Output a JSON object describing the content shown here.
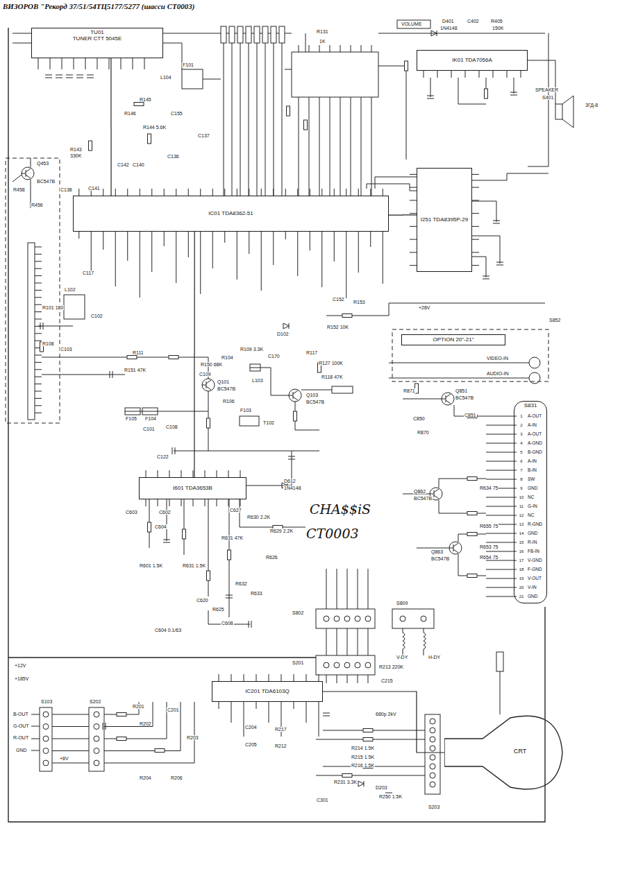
{
  "diagram": {
    "title": "ВИЗОРОВ \"Рекорд 37/51/54ТЦ5177/5277 (шасси СТ0003)",
    "nodes": [
      {
        "text": [
          "TU01",
          "TUNER CTT 5045E"
        ]
      },
      {
        "text": [
          "IK01 TDA7056A"
        ]
      },
      {
        "text": [
          "I251 TDA8395P-29"
        ]
      },
      {
        "text": [
          "IC01 TDA8362-51"
        ]
      },
      {
        "text": [
          "OPTION 20\"-21\""
        ]
      },
      {
        "text": [
          "S831"
        ]
      },
      {
        "text": [
          "I601 TDA3653B"
        ]
      },
      {
        "text": [
          "IC201 TDA6103Q"
        ]
      },
      {
        "text": [
          "CRT"
        ]
      }
    ],
    "edges": [
      {
        "from": 0,
        "to": 3,
        "arrow": "none"
      },
      {
        "from": 3,
        "to": 2,
        "arrow": "none"
      },
      {
        "from": 3,
        "to": 6,
        "arrow": "none"
      },
      {
        "from": 7,
        "to": 8,
        "arrow": "none"
      }
    ],
    "labels": [
      "R131",
      "1K",
      "VOLUME",
      "D401",
      "1N4148",
      "C402",
      "R405",
      "150K",
      "SPEAKER",
      "S401",
      "3ГД-8",
      "R145",
      "R146",
      "R144 5.6K",
      "F101",
      "L104",
      "C155",
      "R143",
      "330K",
      "C137",
      "C136",
      "C138",
      "C141",
      "C142",
      "C140",
      "Q453",
      "BC547B",
      "R458",
      "R456",
      "C117",
      "L102",
      "R101 180",
      "C102",
      "C103",
      "R108",
      "R111",
      "R151 47K",
      "R150 68K",
      "C109",
      "Q101",
      "BC547B",
      "R104",
      "R106",
      "R109 3.3K",
      "C170",
      "L103",
      "Q103",
      "BC547B",
      "R117",
      "R127 100K",
      "R118 47K",
      "F105",
      "F104",
      "C101",
      "C108",
      "C122",
      "F103",
      "T102",
      "D102",
      "R152 10K",
      "C152",
      "R153",
      "+28V",
      "S852",
      "VIDEO-IN",
      "AUDIO-IN",
      "Q851",
      "BC547B",
      "C850",
      "R871",
      "R870",
      "C851",
      "Q862",
      "BC547B",
      "Q863",
      "BC547B",
      "R634 75",
      "R655 75",
      "R653 75",
      "R654 75",
      "1",
      "2",
      "3",
      "4",
      "5",
      "6",
      "7",
      "8",
      "9",
      "10",
      "11",
      "12",
      "13",
      "14",
      "15",
      "16",
      "17",
      "18",
      "19",
      "20",
      "21",
      "A-OUT",
      "A-IN",
      "A-OUT",
      "A-GND",
      "B-GND",
      "A-IN",
      "B-IN",
      "SW",
      "GND",
      "NC",
      "G-IN",
      "NC",
      "R-GND",
      "GND",
      "R-IN",
      "FB-IN",
      "V-GND",
      "F-GND",
      "V-OUT",
      "V-IN",
      "GND",
      "C603",
      "C602",
      "C604",
      "R601 1.5K",
      "R631 1.5K",
      "D612",
      "1N4148",
      "C627",
      "R630 2.2K",
      "R629 2.2K",
      "R631 47K",
      "C620",
      "R625",
      "R626",
      "R632",
      "R633",
      "C608",
      "C604 0.1/63",
      "CHA$$iS",
      "CT0003",
      "S802",
      "S201",
      "S809",
      "V-DY",
      "H-DY",
      "R213 220K",
      "C215",
      "S103",
      "S202",
      "B-OUT",
      "G-OUT",
      "R-OUT",
      "GND",
      "+12V",
      "+185V",
      "R201",
      "C201",
      "R202",
      "R203",
      "R204",
      "R206",
      "C204",
      "C205",
      "R217",
      "R212",
      "R214 1.5K",
      "R215 1.5K",
      "R216 1.5K",
      "R231 3.3K",
      "D203",
      "R250 1.5K",
      "C301",
      "S203",
      "680p 2kV",
      "+8V"
    ]
  }
}
